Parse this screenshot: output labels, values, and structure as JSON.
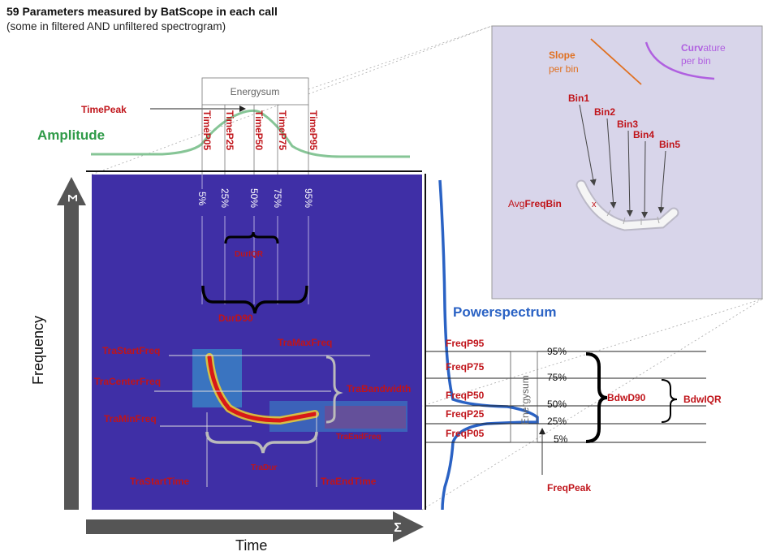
{
  "title": "59 Parameters measured by BatScope in each call",
  "subtitle": "(some in filtered AND unfiltered spectrogram)",
  "amplitude": {
    "label": "Amplitude",
    "energysum": "Energysum",
    "timepeak": "TimePeak",
    "time_params": [
      "TimeP05",
      "TimeP25",
      "TimeP50",
      "TimeP75",
      "TimeP95"
    ],
    "percents": [
      "5%",
      "25%",
      "50%",
      "75%",
      "95%"
    ]
  },
  "duration": {
    "iqr": "DurIQR",
    "d90": "DurD90"
  },
  "axes": {
    "y_label": "Frequency",
    "x_label": "Time",
    "sigma": "Σ"
  },
  "tra": {
    "start_freq": "TraStartFreq",
    "max_freq": "TraMaxFreq",
    "center_freq": "TraCenterFreq",
    "bandwidth": "TraBandwidth",
    "min_freq": "TraMinFreq",
    "end_freq": "TraEndFreq",
    "dur": "TraDur",
    "start_time": "TraStartTime",
    "end_time": "TraEndTime"
  },
  "powerspectrum": {
    "label": "Powerspectrum",
    "freq_params": [
      "FreqP95",
      "FreqP75",
      "FreqP50",
      "FreqP25",
      "FreqP05"
    ],
    "percents": [
      "95%",
      "75%",
      "50%",
      "25%",
      "5%"
    ],
    "energysum": "Energysum",
    "bdw_d90": "BdwD90",
    "bdw_iqr": "BdwIQR",
    "freqpeak": "FreqPeak"
  },
  "inset": {
    "slope": "Slope",
    "per_bin_1": "per bin",
    "curv_a": "Curv",
    "curv_b": "ature",
    "per_bin_2": "per bin",
    "bins": [
      "Bin1",
      "Bin2",
      "Bin3",
      "Bin4",
      "Bin5"
    ],
    "avg_a": "Avg",
    "avg_b": "FreqBin",
    "x_mark": "x"
  },
  "colors": {
    "spectrogram_bg": "#3f2fa6",
    "inset_bg": "#d8d5ea",
    "accent_red": "#c0141a",
    "amplitude_green": "#86c596",
    "power_blue": "#2a62c4",
    "slope_orange": "#e07020",
    "curvature_purple": "#b060e0"
  }
}
